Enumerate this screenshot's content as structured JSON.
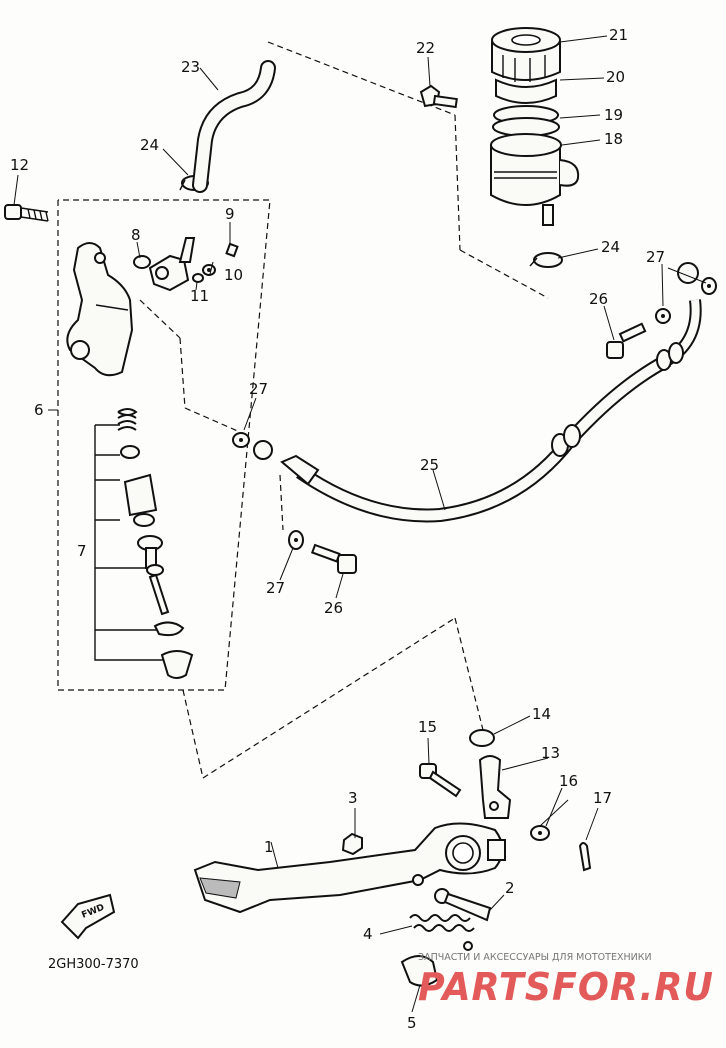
{
  "diagram": {
    "catalog_code": "2GH300-7370",
    "front_marker": "FWD",
    "watermark": {
      "tagline": "ЗАПЧАСТИ И АКСЕССУАРЫ ДЛЯ МОТОТЕХНИКИ",
      "brand": "PARTSFOR.RU"
    },
    "callouts": [
      "1",
      "2",
      "3",
      "4",
      "5",
      "6",
      "7",
      "8",
      "9",
      "10",
      "11",
      "12",
      "13",
      "14",
      "15",
      "16",
      "17",
      "18",
      "19",
      "20",
      "21",
      "22",
      "23",
      "24",
      "24",
      "25",
      "26",
      "26",
      "27",
      "27",
      "27"
    ]
  }
}
